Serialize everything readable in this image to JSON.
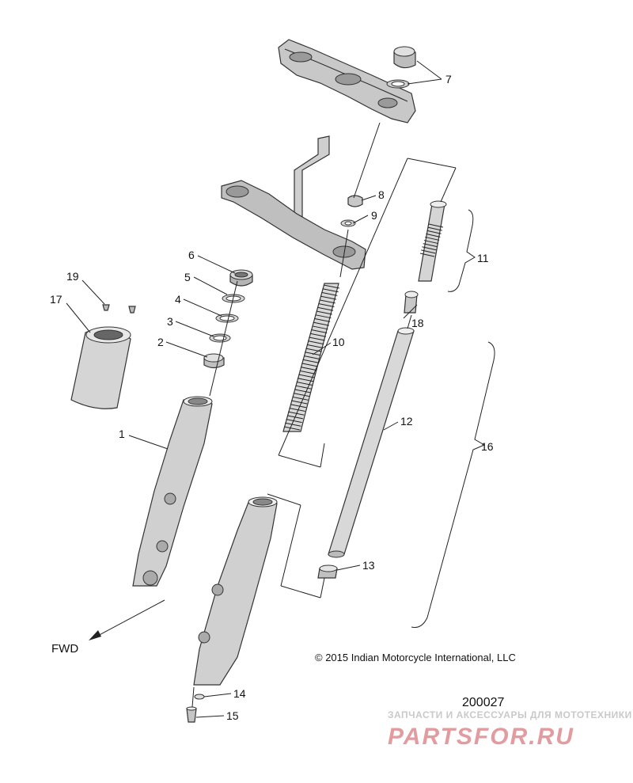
{
  "callouts": [
    {
      "id": "1",
      "text": "1"
    },
    {
      "id": "2",
      "text": "2"
    },
    {
      "id": "3",
      "text": "3"
    },
    {
      "id": "4",
      "text": "4"
    },
    {
      "id": "5",
      "text": "5"
    },
    {
      "id": "6",
      "text": "6"
    },
    {
      "id": "7",
      "text": "7"
    },
    {
      "id": "8",
      "text": "8"
    },
    {
      "id": "9",
      "text": "9"
    },
    {
      "id": "10",
      "text": "10"
    },
    {
      "id": "11",
      "text": "11"
    },
    {
      "id": "12",
      "text": "12"
    },
    {
      "id": "13",
      "text": "13"
    },
    {
      "id": "14",
      "text": "14"
    },
    {
      "id": "15",
      "text": "15"
    },
    {
      "id": "16",
      "text": "16"
    },
    {
      "id": "17",
      "text": "17"
    },
    {
      "id": "18",
      "text": "18"
    },
    {
      "id": "19",
      "text": "19"
    }
  ],
  "direction_label": "FWD",
  "copyright": "© 2015 Indian Motorcycle International, LLC",
  "diagram_number": "200027",
  "watermark": {
    "tagline": "ЗАПЧАСТИ И АКСЕССУАРЫ ДЛЯ МОТОТЕХНИКИ",
    "brand": "PARTSFOR.RU"
  }
}
